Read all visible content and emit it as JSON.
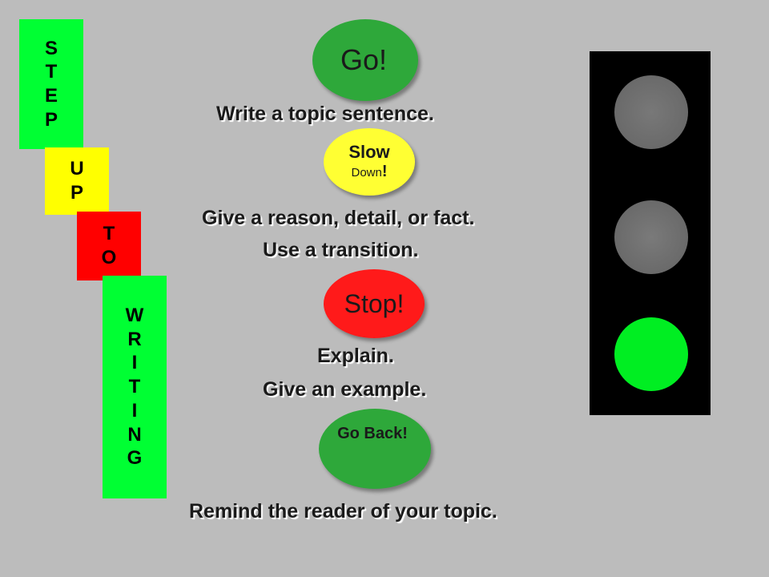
{
  "colors": {
    "background": "#bcbcbc",
    "green": "#00ff33",
    "yellow": "#ffff00",
    "red": "#ff0000",
    "signal_green": "#2ea83a",
    "signal_yellow": "#ffff33",
    "signal_red": "#ff1a1a",
    "lamp_off": "#6a6a6a",
    "lamp_on": "#00ee22"
  },
  "title_blocks": {
    "step": [
      "S",
      "T",
      "E",
      "P"
    ],
    "up": [
      "U",
      "P"
    ],
    "to": [
      "T",
      "O"
    ],
    "writing": [
      "W",
      "R",
      "I",
      "T",
      "I",
      "N",
      "G"
    ]
  },
  "signals": {
    "go": "Go!",
    "slow_top": "Slow",
    "slow_bottom": "Down",
    "slow_mark": "!",
    "stop": "Stop!",
    "go_back": "Go Back!"
  },
  "instructions": {
    "topic_sentence": "Write a topic sentence.",
    "reason": "Give a reason, detail, or fact.",
    "transition": "Use a transition.",
    "explain": "Explain.",
    "example": "Give an example.",
    "remind": "Remind the reader of your topic."
  },
  "traffic_light": {
    "lamps": [
      "off",
      "off",
      "on"
    ]
  }
}
